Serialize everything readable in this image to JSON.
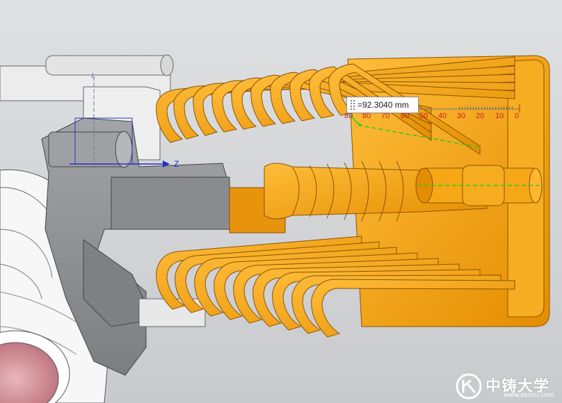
{
  "measurement": {
    "value": "=92.3040 mm"
  },
  "ruler": {
    "ticks": [
      "80",
      "80",
      "70",
      "60",
      "50",
      "40",
      "30",
      "20",
      "10",
      "0"
    ]
  },
  "axes": {
    "z_label": "Z",
    "l_label": "L"
  },
  "watermark": {
    "text": "中铸大学",
    "url": "www.zonzu.com"
  },
  "colors": {
    "background": "#d4d5d7",
    "part_orange": "#f4a20c",
    "part_orange_dark": "#c87a00",
    "gray_part": "#8f9094",
    "measure_red": "#c8231e",
    "axis_blue": "#2030c8",
    "guide_green": "#22cc22"
  }
}
